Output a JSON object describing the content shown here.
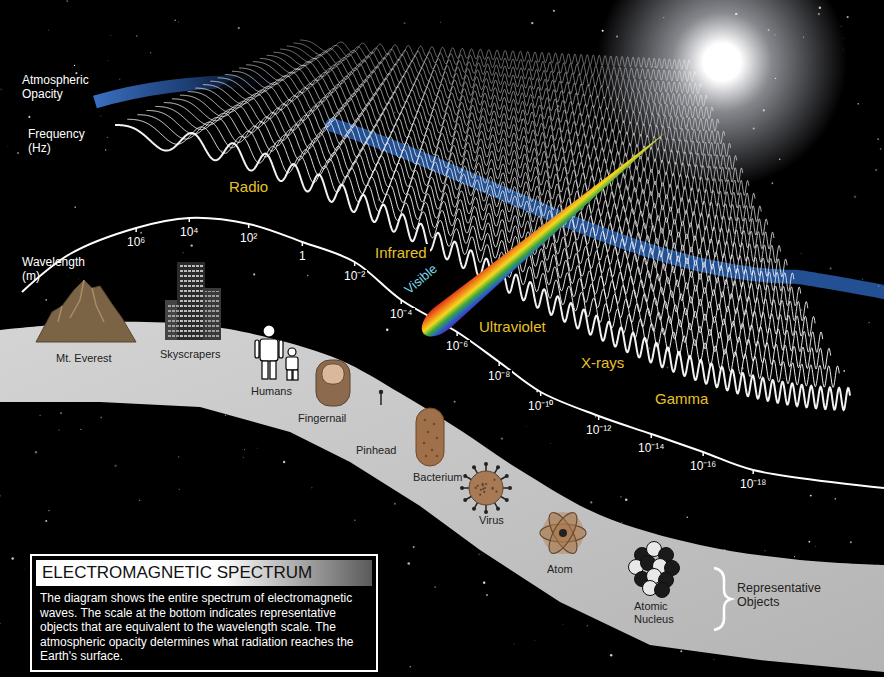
{
  "diagram": {
    "nodes": [
      {
        "text": [
          "ELECTROMAGNETIC SPECTRUM",
          "The diagram shows the entire spectrum of electromagnetic waves. The scale at the bottom indicates representative objects that are equivalent to the wavelength scale. The atmospheric opacity determines what radiation reaches the Earth's surface."
        ]
      }
    ],
    "labels": [
      "Atmospheric Opacity",
      "Frequency (Hz)",
      "Wavelength (m)",
      "Radio",
      "Infrared",
      "Visible",
      "Ultraviolet",
      "X-rays",
      "Gamma",
      "10⁶",
      "10⁴",
      "10²",
      "1",
      "10⁻²",
      "10⁻⁴",
      "10⁻⁶",
      "10⁻⁸",
      "10⁻¹⁰",
      "10⁻¹²",
      "10⁻¹⁴",
      "10⁻¹⁶",
      "10⁻¹⁸",
      "Mt. Everest",
      "Skyscrapers",
      "Humans",
      "Fingernail",
      "Pinhead",
      "Bacterium",
      "Virus",
      "Atom",
      "Atomic Nucleus",
      "Representative Objects"
    ]
  }
}
